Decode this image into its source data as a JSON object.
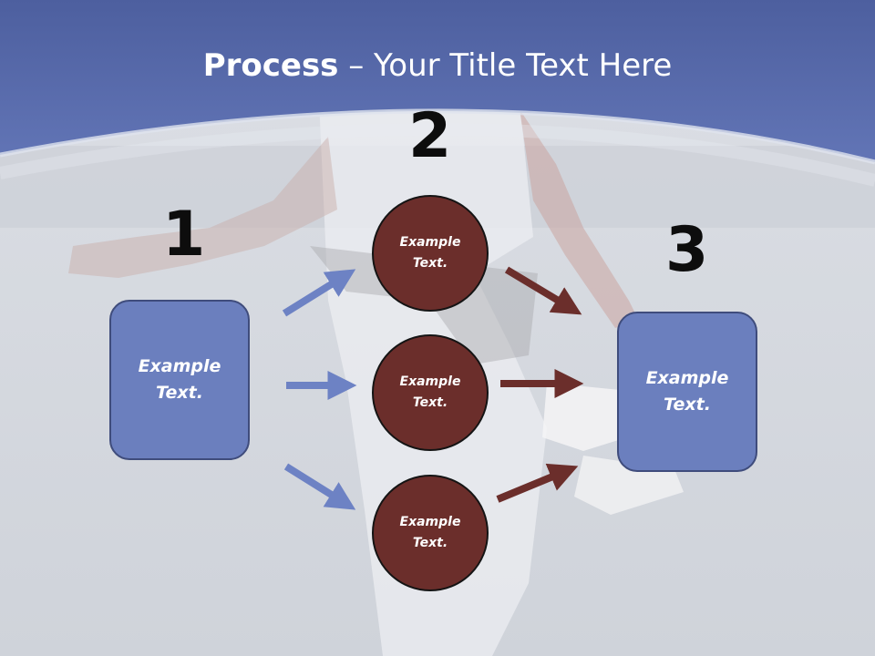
{
  "title": {
    "bold": "Process",
    "rest": " – Your Title Text Here"
  },
  "colors": {
    "header": "#5f72b4",
    "box_fill": "#6b7fbe",
    "circle_fill": "#6b2e2b",
    "blue_arrow": "#6d82c4",
    "red_arrow": "#6b2e2b"
  },
  "steps": {
    "step1": {
      "number": "1",
      "line1": "Example",
      "line2": "Text."
    },
    "step2": {
      "number": "2",
      "circles": [
        {
          "line1": "Example",
          "line2": "Text."
        },
        {
          "line1": "Example",
          "line2": "Text."
        },
        {
          "line1": "Example",
          "line2": "Text."
        }
      ]
    },
    "step3": {
      "number": "3",
      "line1": "Example",
      "line2": "Text."
    }
  }
}
